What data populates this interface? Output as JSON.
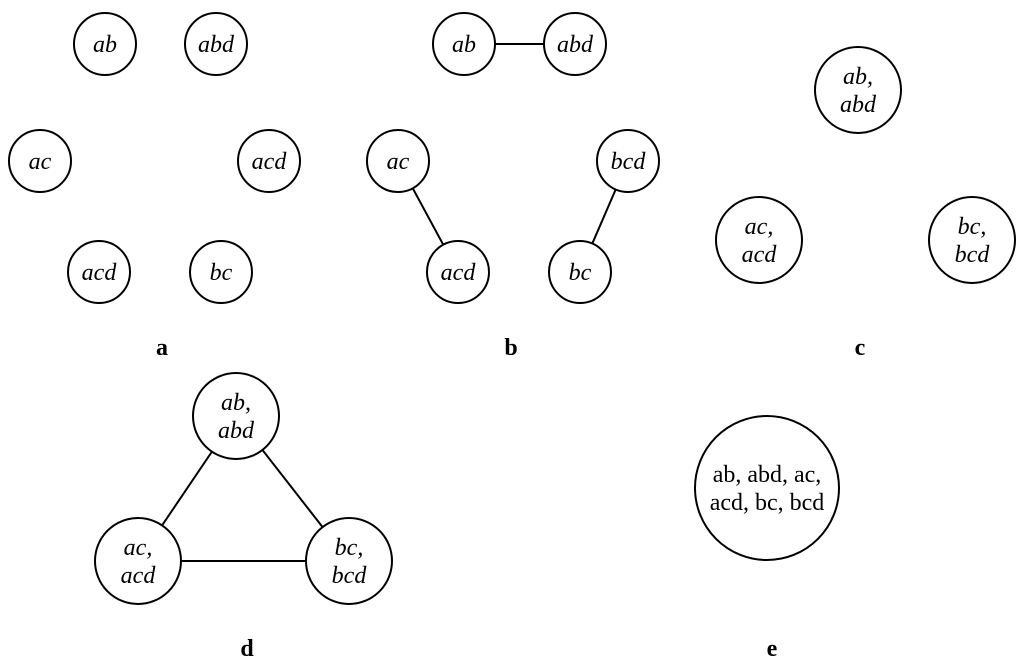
{
  "panels": [
    {
      "letter": "a",
      "nodes": [
        {
          "id": "ab",
          "lines": [
            "ab"
          ]
        },
        {
          "id": "abd",
          "lines": [
            "abd"
          ]
        },
        {
          "id": "ac",
          "lines": [
            "ac"
          ]
        },
        {
          "id": "acd",
          "lines": [
            "acd"
          ]
        },
        {
          "id": "acd2",
          "lines": [
            "acd"
          ]
        },
        {
          "id": "bc",
          "lines": [
            "bc"
          ]
        }
      ],
      "edges": []
    },
    {
      "letter": "b",
      "nodes": [
        {
          "id": "ab",
          "lines": [
            "ab"
          ]
        },
        {
          "id": "abd",
          "lines": [
            "abd"
          ]
        },
        {
          "id": "ac",
          "lines": [
            "ac"
          ]
        },
        {
          "id": "bcd",
          "lines": [
            "bcd"
          ]
        },
        {
          "id": "acd",
          "lines": [
            "acd"
          ]
        },
        {
          "id": "bc",
          "lines": [
            "bc"
          ]
        }
      ],
      "edges": [
        [
          "ab",
          "abd"
        ],
        [
          "ac",
          "acd"
        ],
        [
          "bcd",
          "bc"
        ]
      ]
    },
    {
      "letter": "c",
      "nodes": [
        {
          "id": "ab-abd",
          "lines": [
            "ab,",
            "abd"
          ]
        },
        {
          "id": "ac-acd",
          "lines": [
            "ac,",
            "acd"
          ]
        },
        {
          "id": "bc-bcd",
          "lines": [
            "bc,",
            "bcd"
          ]
        }
      ],
      "edges": []
    },
    {
      "letter": "d",
      "nodes": [
        {
          "id": "ab-abd",
          "lines": [
            "ab,",
            "abd"
          ]
        },
        {
          "id": "ac-acd",
          "lines": [
            "ac,",
            "acd"
          ]
        },
        {
          "id": "bc-bcd",
          "lines": [
            "bc,",
            "bcd"
          ]
        }
      ],
      "edges": [
        [
          "ab-abd",
          "ac-acd"
        ],
        [
          "ab-abd",
          "bc-bcd"
        ],
        [
          "ac-acd",
          "bc-bcd"
        ]
      ]
    },
    {
      "letter": "e",
      "nodes": [
        {
          "id": "all",
          "lines": [
            "ab, abd, ac,",
            "acd, bc, bcd"
          ],
          "italic": false
        }
      ],
      "edges": []
    }
  ]
}
